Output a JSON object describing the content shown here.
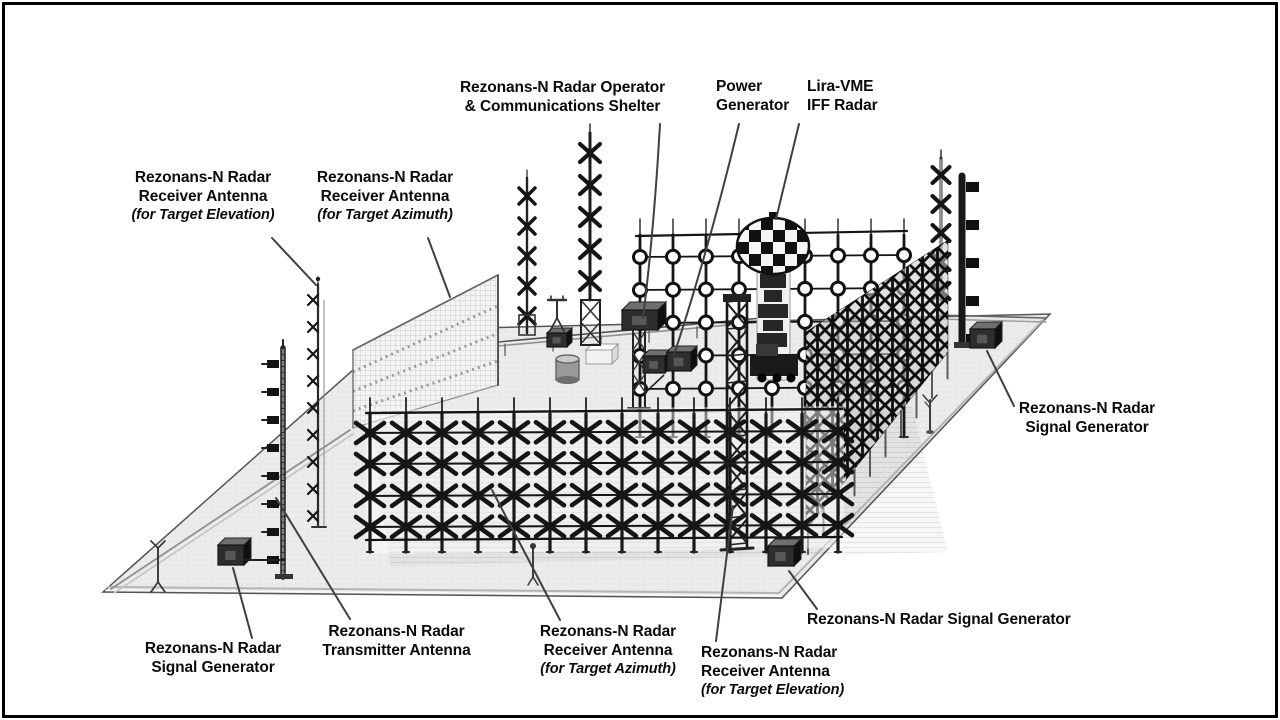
{
  "figure": {
    "kind": "annotated isometric diagram",
    "subject": "Rezonans-N radar site layout"
  },
  "colors": {
    "frame": "#000000",
    "label_text": "#0b0b0b",
    "leader_line": "#3f3f3f",
    "platform_fill": "#ebebeb",
    "structure_dark": "#151515",
    "checker_dark": "#111111"
  },
  "labels": {
    "receiver_elevation_left": {
      "line1": "Rezonans-N Radar",
      "line2": "Receiver Antenna",
      "line3": "(for Target Elevation)"
    },
    "receiver_azimuth_left": {
      "line1": "Rezonans-N Radar",
      "line2": "Receiver Antenna",
      "line3": "(for Target Azimuth)"
    },
    "operator_shelter": {
      "line1": "Rezonans-N Radar Operator",
      "line2": "& Communications Shelter"
    },
    "power_generator": {
      "line1": "Power",
      "line2": "Generator"
    },
    "lira_vme": {
      "line1": "Lira-VME",
      "line2": "IFF Radar"
    },
    "signal_generator_right": {
      "line1": "Rezonans-N Radar",
      "line2": "Signal Generator"
    },
    "signal_generator_bottom_left": {
      "line1": "Rezonans-N Radar",
      "line2": "Signal Generator"
    },
    "transmitter_antenna": {
      "line1": "Rezonans-N Radar",
      "line2": "Transmitter Antenna"
    },
    "receiver_azimuth_bottom": {
      "line1": "Rezonans-N Radar",
      "line2": "Receiver Antenna",
      "line3": "(for Target Azimuth)"
    },
    "receiver_elevation_bottom": {
      "line1": "Rezonans-N Radar",
      "line2": "Receiver Antenna",
      "line3": "(for Target Elevation)"
    },
    "signal_generator_bottom_right": {
      "line1": "Rezonans-N Radar Signal Generator"
    }
  }
}
